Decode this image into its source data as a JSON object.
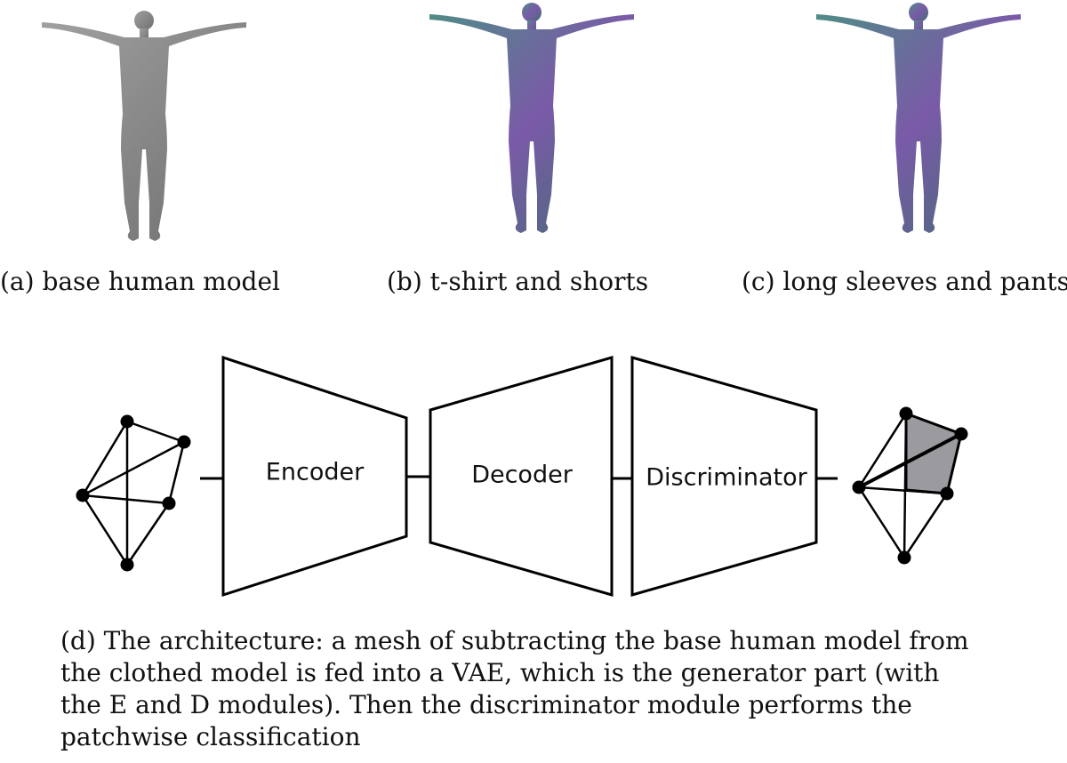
{
  "panels": [
    {
      "caption": "(a) base human model"
    },
    {
      "caption": "(b) t-shirt and shorts"
    },
    {
      "caption": "(c) long sleeves and pants"
    }
  ],
  "architecture": {
    "blocks": [
      {
        "label": "Encoder"
      },
      {
        "label": "Decoder"
      },
      {
        "label": "Discriminator"
      }
    ],
    "caption_lines": [
      "(d) The architecture: a mesh of subtracting the base human model from",
      "the clothed model is fed into a VAE, which is the generator part (with",
      "the E and D modules). Then the discriminator module performs the",
      "patchwise classification"
    ]
  },
  "colors": {
    "base_body": "#8a8a8a",
    "clothed_body": "#6e5aa0",
    "highlight_patch": "#9a9a9f"
  }
}
